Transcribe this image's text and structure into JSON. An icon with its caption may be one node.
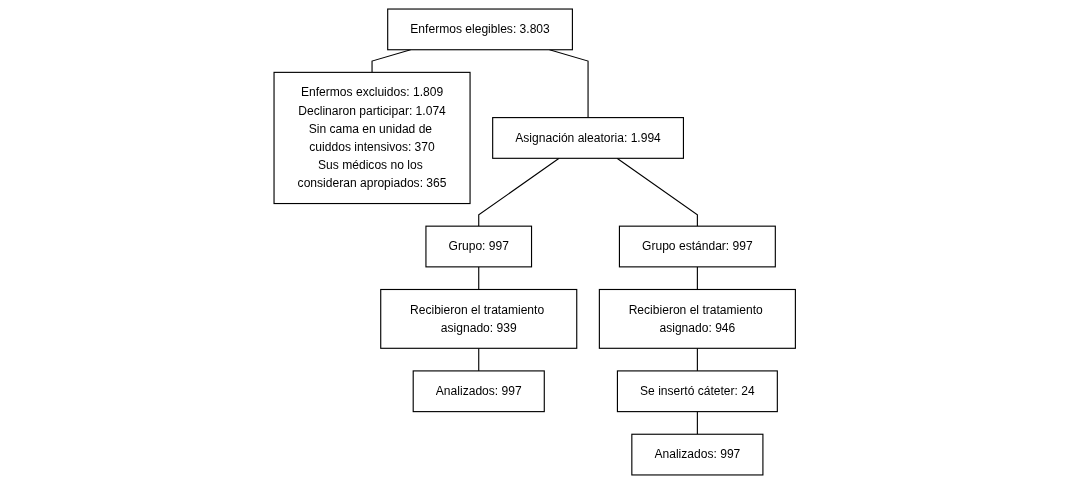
{
  "diagram": {
    "nodes": [
      {
        "text": [
          "Enfermos elegibles: 3.803"
        ]
      },
      {
        "text": [
          "Enfermos excluidos: 1.809",
          "Declinaron participar: 1.074",
          "Sin cama en unidad de cuiddos intensivos: 370",
          "Sus médicos no los consideran apropiados: 365"
        ]
      },
      {
        "text": [
          "Asignación aleatoria: 1.994"
        ]
      },
      {
        "text": [
          "Grupo: 997"
        ]
      },
      {
        "text": [
          "Grupo estándar: 997"
        ]
      },
      {
        "text": [
          "Recibieron el tratamiento asignado: 939"
        ]
      },
      {
        "text": [
          "Analizados: 997"
        ]
      },
      {
        "text": [
          "Recibieron el tratamiento asignado: 946"
        ]
      },
      {
        "text": [
          "Se insertó cáteter: 24"
        ]
      },
      {
        "text": [
          "Analizados: 997"
        ]
      }
    ],
    "edges": [
      {
        "from": 0,
        "to": 1,
        "arrow": "none"
      },
      {
        "from": 0,
        "to": 2,
        "arrow": "none"
      },
      {
        "from": 2,
        "to": 3,
        "arrow": "none"
      },
      {
        "from": 2,
        "to": 4,
        "arrow": "none"
      },
      {
        "from": 3,
        "to": 5,
        "arrow": "none"
      },
      {
        "from": 5,
        "to": 6,
        "arrow": "none"
      },
      {
        "from": 4,
        "to": 7,
        "arrow": "none"
      },
      {
        "from": 7,
        "to": 8,
        "arrow": "none"
      },
      {
        "from": 8,
        "to": 9,
        "arrow": "none"
      }
    ]
  }
}
